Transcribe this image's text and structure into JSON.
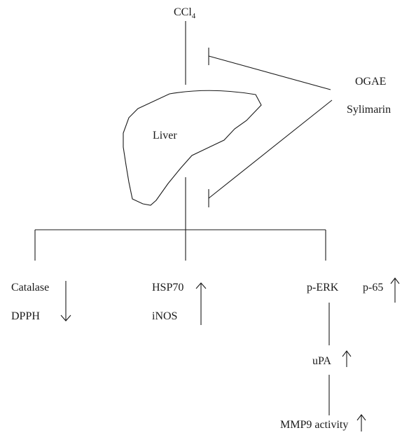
{
  "labels": {
    "ccl4_base": "CCl",
    "ccl4_sub": "4",
    "liver": "Liver",
    "ogae": "OGAE",
    "sylimarin": "Sylimarin",
    "catalase": "Catalase",
    "dpph": "DPPH",
    "hsp70": "HSP70",
    "inos": "iNOS",
    "perk": "p-ERK",
    "p65": "p-65",
    "upa": "uPA",
    "mmp9": "MMP9 activity"
  },
  "arrows": {
    "catalase_dpph": "down",
    "hsp70_inos": "up",
    "p65": "up",
    "upa": "up",
    "mmp9": "up"
  }
}
